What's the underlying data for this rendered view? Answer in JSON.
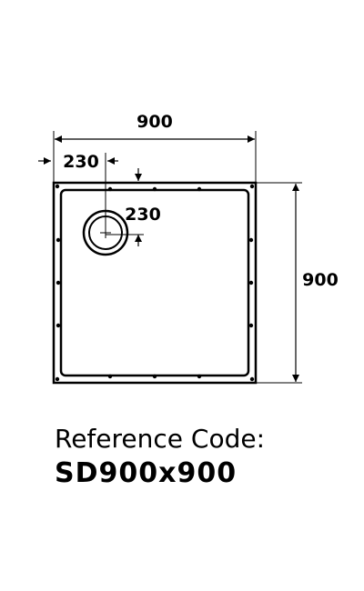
{
  "drawing": {
    "width_label": "900",
    "height_label": "900",
    "waste_offset_x_label": "230",
    "waste_offset_y_label": "230",
    "line_color": "#000000"
  },
  "reference": {
    "label": "Reference Code:",
    "code": "SD900x900"
  }
}
